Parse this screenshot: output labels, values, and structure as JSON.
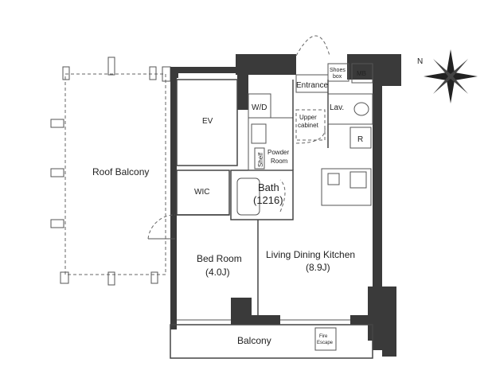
{
  "rooms": {
    "roof_balcony": "Roof Balcony",
    "ev": "EV",
    "wic": "WIC",
    "wd": "W/D",
    "shelf": "Shelf",
    "powder_room": [
      "Powder",
      "Room"
    ],
    "bath": [
      "Bath",
      "(1216)"
    ],
    "entrance": "Entrance",
    "shoes_box": [
      "Shoes",
      "box"
    ],
    "mb": "MB",
    "upper_cabinet": [
      "Upper",
      "cabinet"
    ],
    "lav": "Lav.",
    "refrigerator": "R",
    "bed_room": [
      "Bed Room",
      "(4.0J)"
    ],
    "ldk": [
      "Living Dining Kitchen",
      "(8.9J)"
    ],
    "balcony": "Balcony",
    "fire_escape": [
      "Fire",
      "Escape"
    ]
  },
  "compass": {
    "north_label": "N"
  }
}
